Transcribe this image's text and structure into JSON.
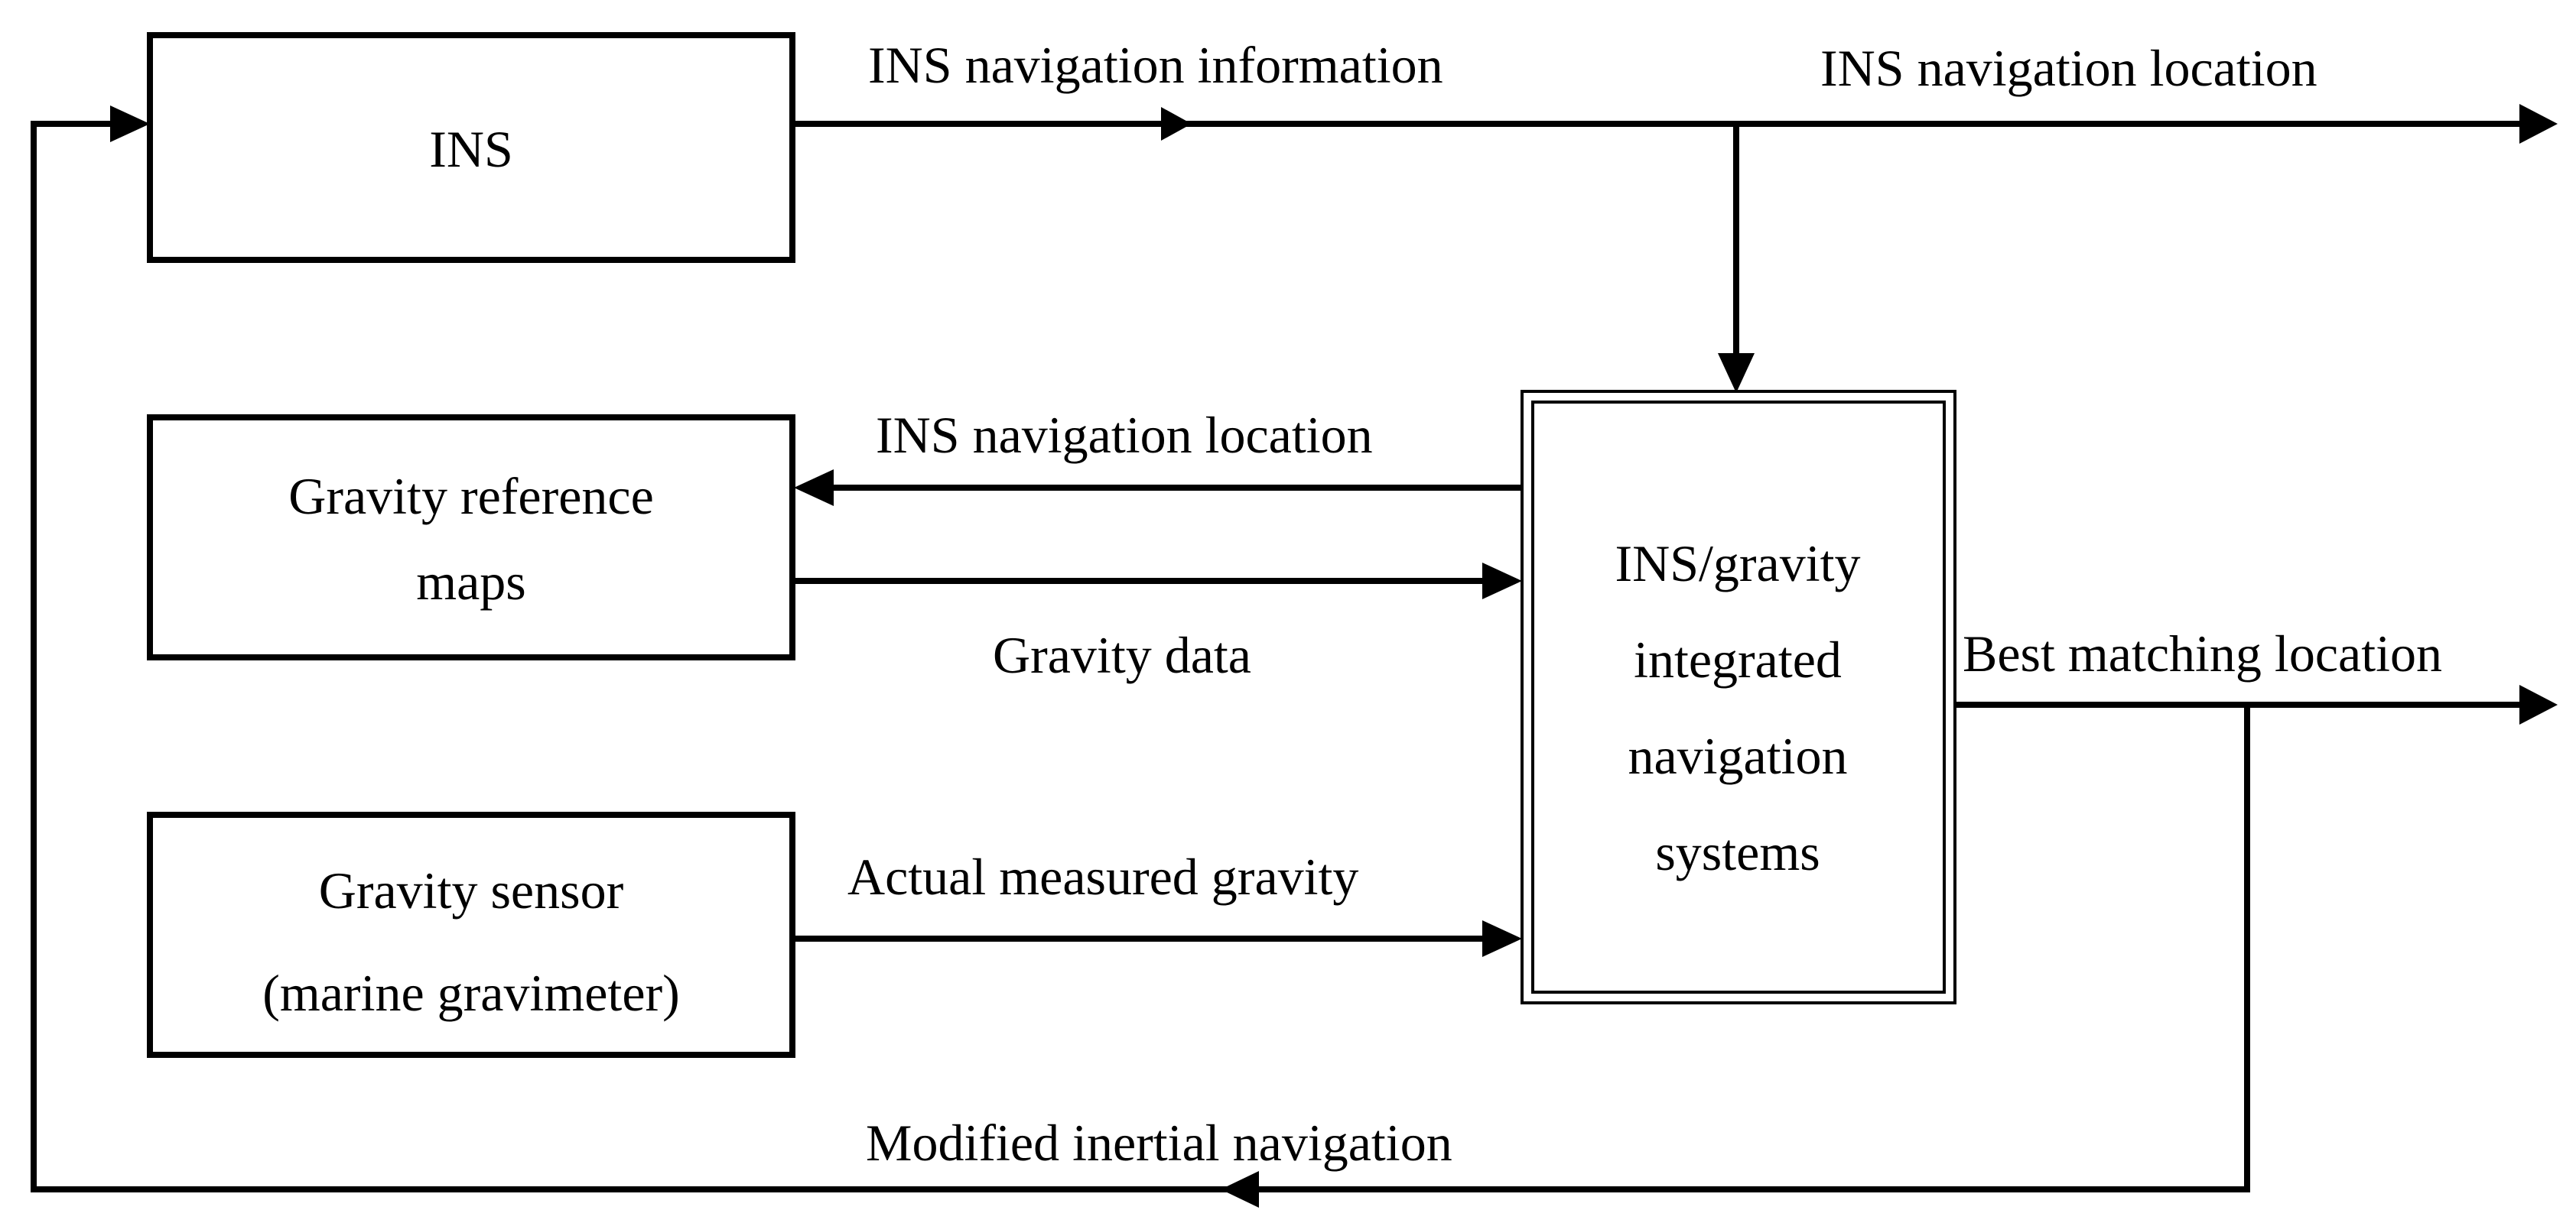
{
  "diagram": {
    "blocks": {
      "ins": "INS",
      "gravity_maps_line1": "Gravity reference",
      "gravity_maps_line2": "maps",
      "gravity_sensor_line1": "Gravity sensor",
      "gravity_sensor_line2": "(marine gravimeter)",
      "integrated_line1": "INS/gravity",
      "integrated_line2": "integrated",
      "integrated_line3": "navigation",
      "integrated_line4": "systems"
    },
    "edges": {
      "ins_navigation_information": "INS navigation information",
      "ins_navigation_location_top": "INS navigation location",
      "ins_navigation_location_mid": "INS navigation location",
      "gravity_data": "Gravity data",
      "actual_measured_gravity": "Actual measured gravity",
      "best_matching_location": "Best matching location",
      "modified_inertial_navigation": "Modified inertial navigation"
    }
  }
}
